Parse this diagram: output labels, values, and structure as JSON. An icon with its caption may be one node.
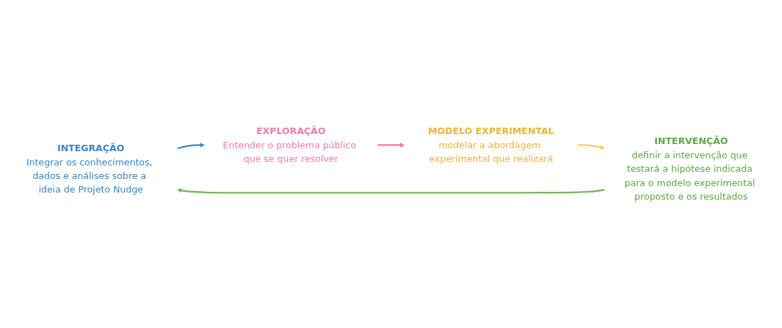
{
  "diagram": {
    "nodes": [
      {
        "text": [
          "INTEGRAÇÃO",
          "Integrar os conhecimentos, dados e análises sobre a ideia de Projeto Nudge"
        ]
      },
      {
        "text": [
          "EXPLORAÇÃO",
          "Entender o problema público que se quer resolver"
        ]
      },
      {
        "text": [
          "MODELO EXPERIMENTAL",
          "modelar a abordagem experimental que realizará"
        ]
      },
      {
        "text": [
          "INTERVENÇÃO",
          "definir a intervenção que testará a hipótese indicada para o modelo experimental proposto e os resultados"
        ]
      }
    ],
    "edges": [
      {
        "from": 0,
        "to": 1,
        "arrow": "to",
        "color": "#3a85c6"
      },
      {
        "from": 1,
        "to": 2,
        "arrow": "to",
        "color": "#f47ba7"
      },
      {
        "from": 2,
        "to": 3,
        "arrow": "to",
        "color": "#f9cd5c"
      },
      {
        "from": 3,
        "to": 0,
        "arrow": "to",
        "color": "#72b857"
      }
    ]
  }
}
